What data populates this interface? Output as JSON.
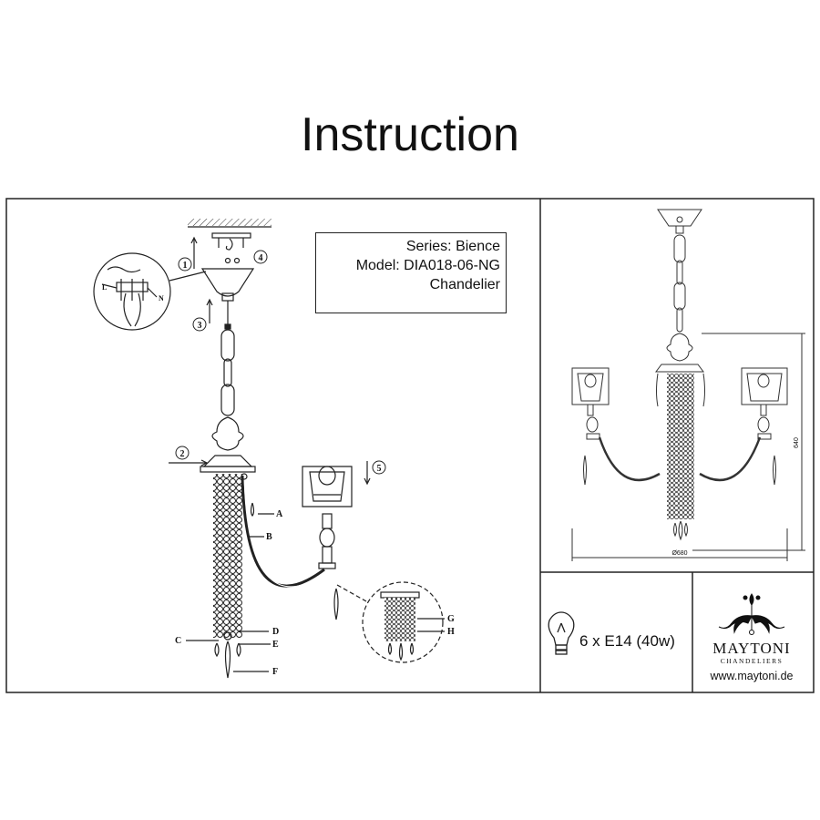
{
  "title": "Instruction",
  "product": {
    "series": "Series: Bience",
    "model": "Model: DIA018-06-NG",
    "type": "Chandelier"
  },
  "steps": [
    "1",
    "2",
    "3",
    "4",
    "5"
  ],
  "parts": [
    "A",
    "B",
    "C",
    "D",
    "E",
    "F",
    "G",
    "H"
  ],
  "wiring": {
    "live": "L",
    "neutral": "N"
  },
  "dimensions": {
    "height": "640",
    "diameter": "Ø680"
  },
  "bulb": {
    "spec": "6 x E14 (40w)",
    "icon": "light-bulb-icon"
  },
  "brand": {
    "name": "MAYTONI",
    "tagline": "CHANDELIERS",
    "url": "www.maytoni.de",
    "logo": "maytoni-logo-icon"
  }
}
